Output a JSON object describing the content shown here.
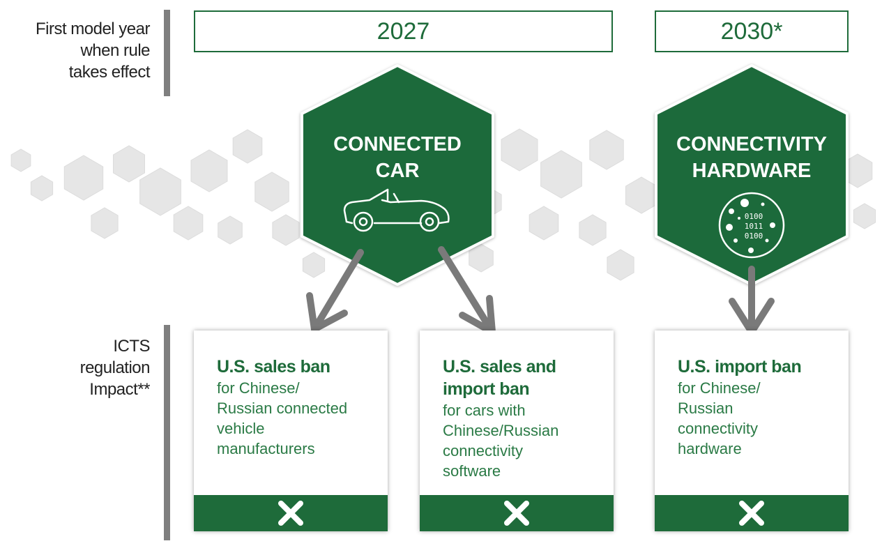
{
  "labels": {
    "first_model_year": [
      "First model year",
      "when rule",
      "takes effect"
    ],
    "icts_impact": [
      "ICTS",
      "regulation",
      "Impact**"
    ]
  },
  "years": {
    "connected_car": "2027",
    "connectivity_hardware": "2030*"
  },
  "hexagons": {
    "connected_car": {
      "title": [
        "CONNECTED",
        "CAR"
      ],
      "icon": "convertible-car-icon"
    },
    "connectivity_hardware": {
      "title": [
        "CONNECTIVITY",
        "HARDWARE"
      ],
      "icon": "binary-chip-icon",
      "binary": [
        "0100",
        "1011",
        "0100"
      ]
    }
  },
  "cards": [
    {
      "heading": [
        "U.S. sales ban"
      ],
      "body": [
        "for Chinese/",
        "Russian connected",
        "vehicle",
        "manufacturers"
      ],
      "status_icon": "cross-icon"
    },
    {
      "heading": [
        "U.S. sales and",
        "import ban"
      ],
      "body": [
        "for cars with",
        "Chinese/Russian",
        "connectivity",
        "software"
      ],
      "status_icon": "cross-icon"
    },
    {
      "heading": [
        "U.S. import ban"
      ],
      "body": [
        "for Chinese/",
        "Russian",
        "connectivity",
        "hardware"
      ],
      "status_icon": "cross-icon"
    }
  ],
  "colors": {
    "brand_green": "#1e6b3a",
    "arrow_gray": "#7a7a7a",
    "divider_gray": "#7f7f7f"
  }
}
